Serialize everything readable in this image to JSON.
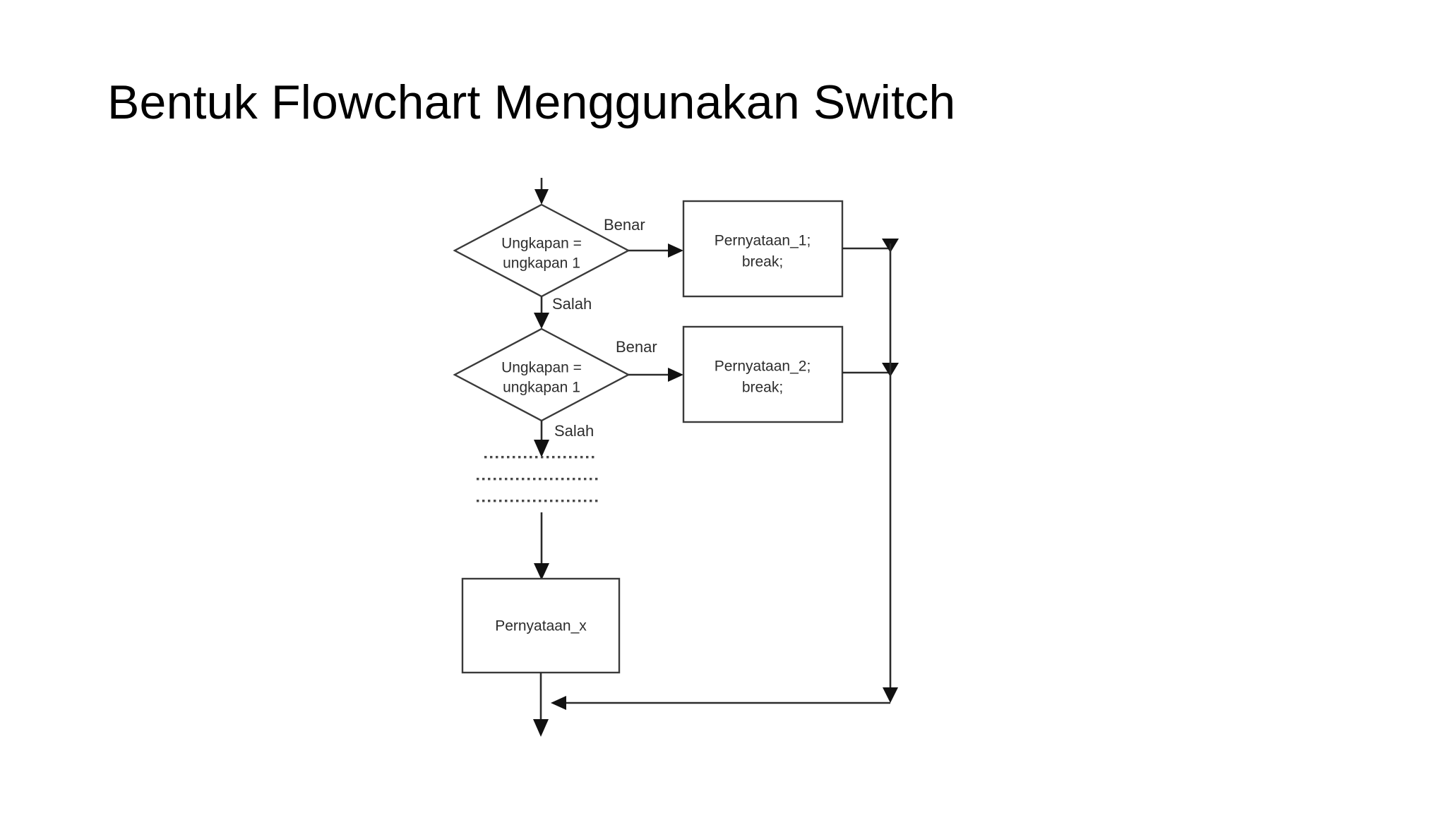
{
  "slide": {
    "title": "Bentuk Flowchart Menggunakan Switch",
    "background_color": "#ffffff",
    "text_color": "#000000"
  },
  "figure": {
    "name": "switch-statement-flowchart",
    "stroke_color": "#3a3a3a",
    "connector_color": "#2b2b2b",
    "fill_color": "#ffffff"
  },
  "chart_data": {
    "type": "diagram",
    "title": "Bentuk Flowchart Menggunakan Switch",
    "nodes": [
      {
        "id": "entry",
        "shape": "arrow",
        "label": ""
      },
      {
        "id": "decision1",
        "shape": "diamond",
        "label": "Ungkapan =\nungkapan 1",
        "line1": "Ungkapan =",
        "line2": "ungkapan 1"
      },
      {
        "id": "process1",
        "shape": "rectangle",
        "label": "Pernyataan_1;\nbreak;",
        "line1": "Pernyataan_1;",
        "line2": "break;"
      },
      {
        "id": "decision2",
        "shape": "diamond",
        "label": "Ungkapan =\nungkapan 1",
        "line1": "Ungkapan =",
        "line2": "ungkapan 1"
      },
      {
        "id": "process2",
        "shape": "rectangle",
        "label": "Pernyataan_2;\nbreak;",
        "line1": "Pernyataan_2;",
        "line2": "break;"
      },
      {
        "id": "ellipsis",
        "shape": "dotted-lines",
        "label": "",
        "rows": 3
      },
      {
        "id": "processx",
        "shape": "rectangle",
        "label": "Pernyataan_x",
        "line1": "Pernyataan_x"
      },
      {
        "id": "exit",
        "shape": "arrow",
        "label": ""
      }
    ],
    "edges": [
      {
        "from": "entry",
        "to": "decision1",
        "label": ""
      },
      {
        "from": "decision1",
        "to": "process1",
        "label": "Benar"
      },
      {
        "from": "decision1",
        "to": "decision2",
        "label": "Salah"
      },
      {
        "from": "decision2",
        "to": "process2",
        "label": "Benar"
      },
      {
        "from": "decision2",
        "to": "ellipsis",
        "label": "Salah"
      },
      {
        "from": "ellipsis",
        "to": "processx",
        "label": ""
      },
      {
        "from": "process1",
        "to": "merge-rail",
        "label": ""
      },
      {
        "from": "process2",
        "to": "merge-rail",
        "label": ""
      },
      {
        "from": "merge-rail",
        "to": "exit",
        "label": ""
      },
      {
        "from": "processx",
        "to": "exit",
        "label": ""
      }
    ],
    "edge_labels": [
      "Benar",
      "Salah",
      "Benar",
      "Salah"
    ]
  },
  "nodes": {
    "decision1": {
      "line1": "Ungkapan =",
      "line2": "ungkapan 1"
    },
    "process1": {
      "line1": "Pernyataan_1;",
      "line2": "break;"
    },
    "decision2": {
      "line1": "Ungkapan =",
      "line2": "ungkapan 1"
    },
    "process2": {
      "line1": "Pernyataan_2;",
      "line2": "break;"
    },
    "processx": {
      "line1": "Pernyataan_x"
    }
  },
  "labels": {
    "benar_1": "Benar",
    "salah_1": "Salah",
    "benar_2": "Benar",
    "salah_2": "Salah"
  }
}
